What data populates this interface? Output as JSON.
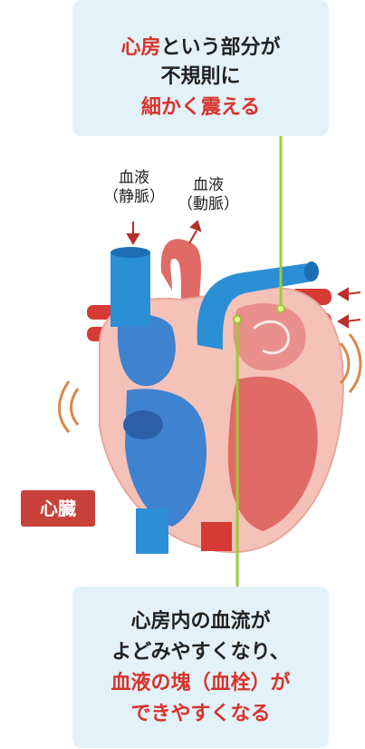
{
  "top_callout": {
    "line1_red": "心房",
    "line1_rest": "という部分が",
    "line2": "不規則に",
    "line3": "細かく震える"
  },
  "bottom_callout": {
    "line1": "心房内の血流が",
    "line2": "よどみやすくなり、",
    "line3": "血液の塊（血栓）が",
    "line4": "できやすくなる"
  },
  "vessel_labels": {
    "vein": "血液\n（静脈）",
    "artery": "血液\n（動脈）"
  },
  "heart_label": "心臓",
  "colors": {
    "callout_bg": "#e3f1f8",
    "accent_red": "#d8332a",
    "vein_blue": "#2b8fd6",
    "artery_red": "#d63a34",
    "muscle_pink": "#f4c2b8",
    "leader_line": "#9acd32"
  }
}
